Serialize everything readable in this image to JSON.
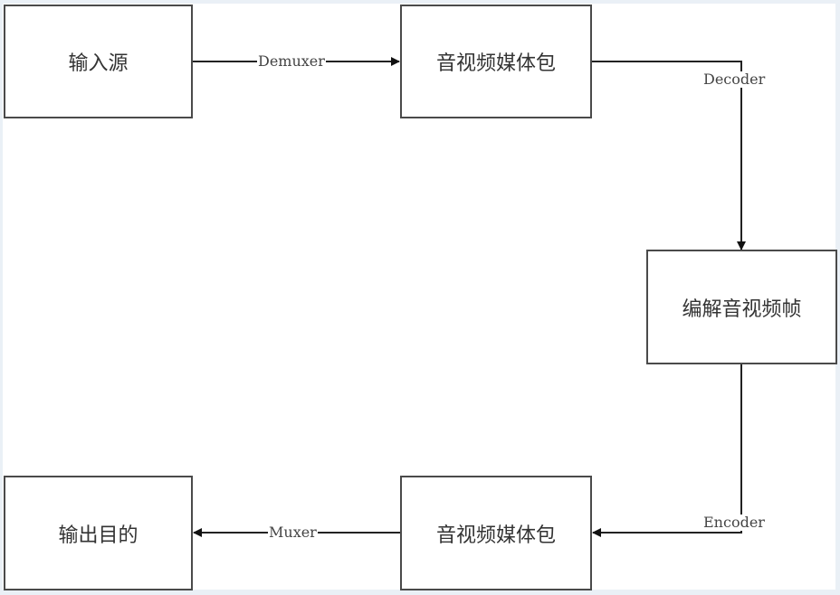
{
  "nodes": {
    "input_source": "输入源",
    "packets_top": "音视频媒体包",
    "decoded_frames": "编解音视频帧",
    "packets_bottom": "音视频媒体包",
    "output_dest": "输出目的"
  },
  "edges": {
    "demuxer": "Demuxer",
    "decoder": "Decoder",
    "encoder": "Encoder",
    "muxer": "Muxer"
  },
  "colors": {
    "line": "#1a1a1a",
    "border": "#4a4a4a",
    "background": "#eaf0f6"
  }
}
